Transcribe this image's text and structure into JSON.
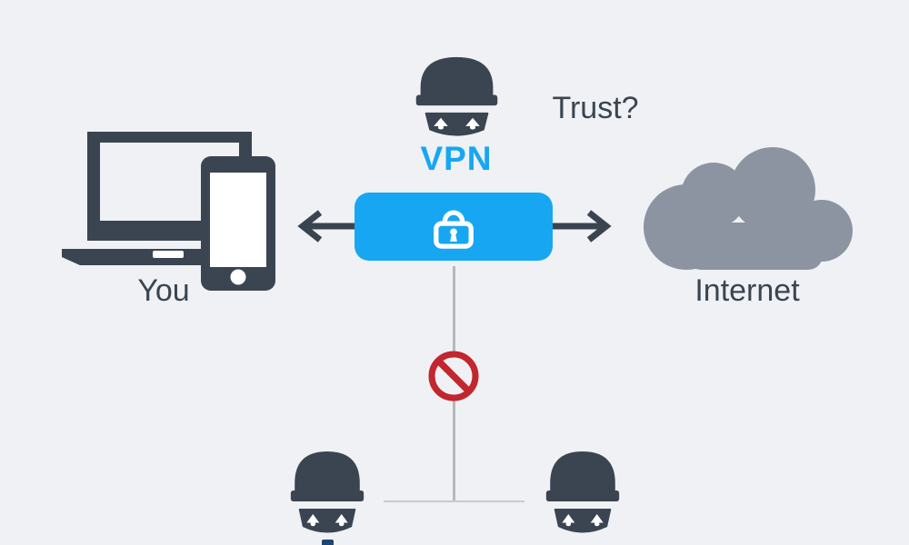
{
  "title": "VPN trust diagram",
  "background": "#EFF1F4",
  "colors": {
    "slate": "#3A4551",
    "accent_blue": "#17A7F2",
    "cloud_gray": "#8C94A1",
    "warning_red": "#C2262E",
    "connector_gray": "#B6B8BB",
    "navy_fragment": "#1D4573"
  },
  "nodes": {
    "user": {
      "label": "You",
      "icon": "laptop-and-phone-icon"
    },
    "vpn": {
      "label": "VPN",
      "icon": "spy-icon",
      "tunnel_icon": "lock-icon"
    },
    "internet": {
      "label": "Internet",
      "icon": "cloud-icon"
    },
    "eavesdroppers": {
      "icon": "spy-icon",
      "count": 2
    }
  },
  "annotations": {
    "trust_question": "Trust?",
    "blocked_icon": "no-entry-icon",
    "flow_icons": [
      "arrow-left-icon",
      "arrow-right-icon"
    ]
  }
}
